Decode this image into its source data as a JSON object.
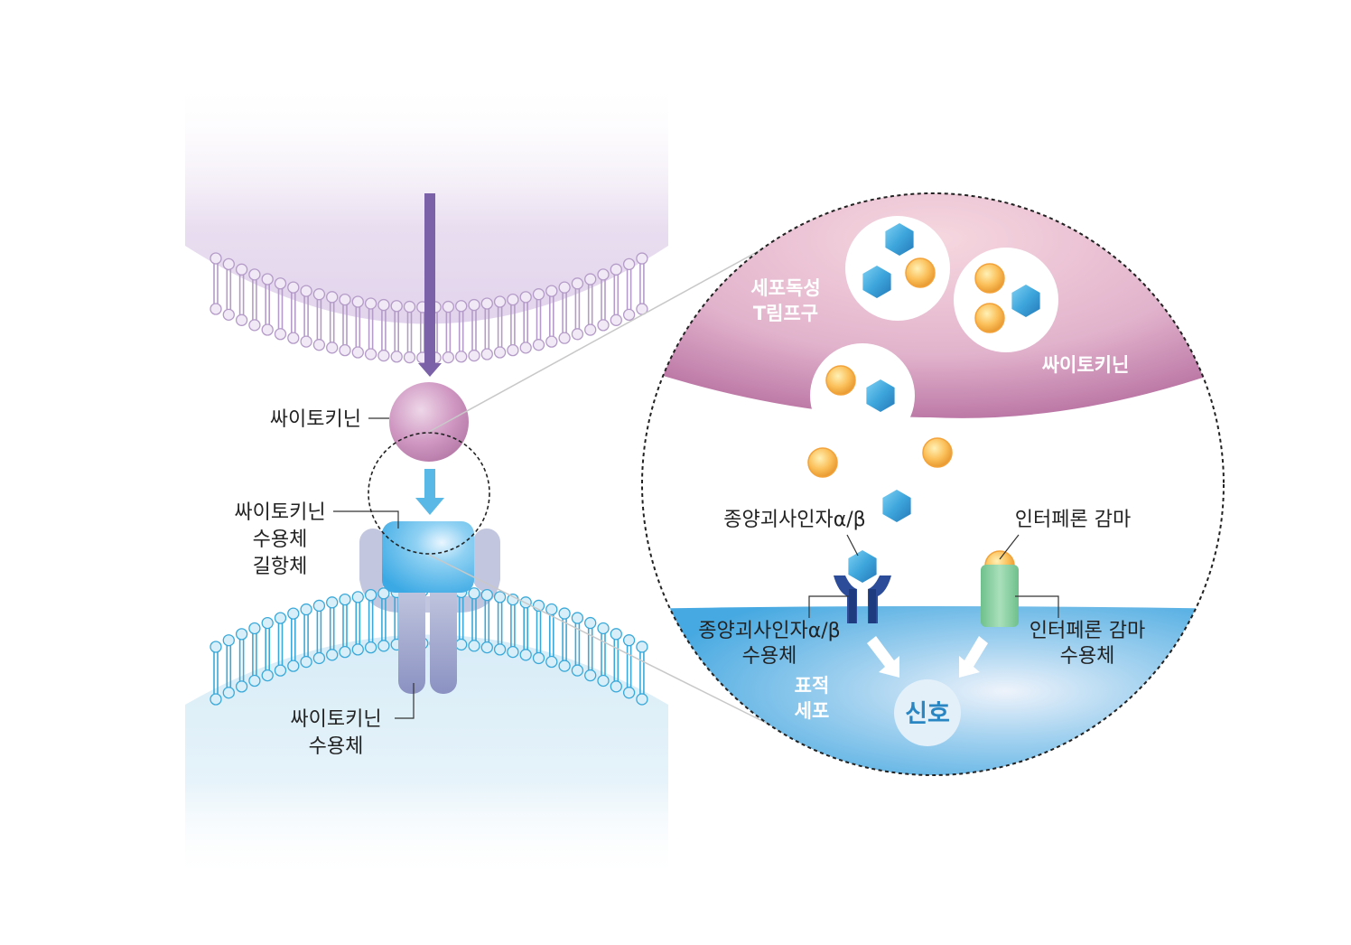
{
  "labels": {
    "cytokine": "싸이토키닌",
    "receptor_ligand_1": "싸이토키닌",
    "receptor_ligand_2": "수용체",
    "receptor_ligand_3": "길항체",
    "receptor_1": "싸이토키닌",
    "receptor_2": "수용체"
  },
  "zoom": {
    "ctl_1": "세포독성",
    "ctl_2": "T림프구",
    "cytokine": "싸이토키닌",
    "tnf": "종양괴사인자α/β",
    "ifn": "인터페론 감마",
    "tnf_receptor_1": "종양괴사인자α/β",
    "tnf_receptor_2": "수용체",
    "ifn_receptor_1": "인터페론 감마",
    "ifn_receptor_2": "수용체",
    "target_1": "표적",
    "target_2": "세포",
    "signal": "신호"
  },
  "colors": {
    "arrow_purple": "#7a61a8",
    "arrow_blue": "#5ab8e6",
    "cytokine_ball": "#c88fb8",
    "receptor_blue": "#47b2e8",
    "receptor_grey": "#b3b8d6",
    "membrane_blue": "#3aa9d9",
    "membrane_purple": "#b49bc8",
    "ctl_pink": "#d8a6c4",
    "target_blue": "#54b3e6",
    "tnf_receptor": "#2c4c9a",
    "ifn_receptor": "#7fcc9a",
    "signal_text": "#2a86c2"
  }
}
